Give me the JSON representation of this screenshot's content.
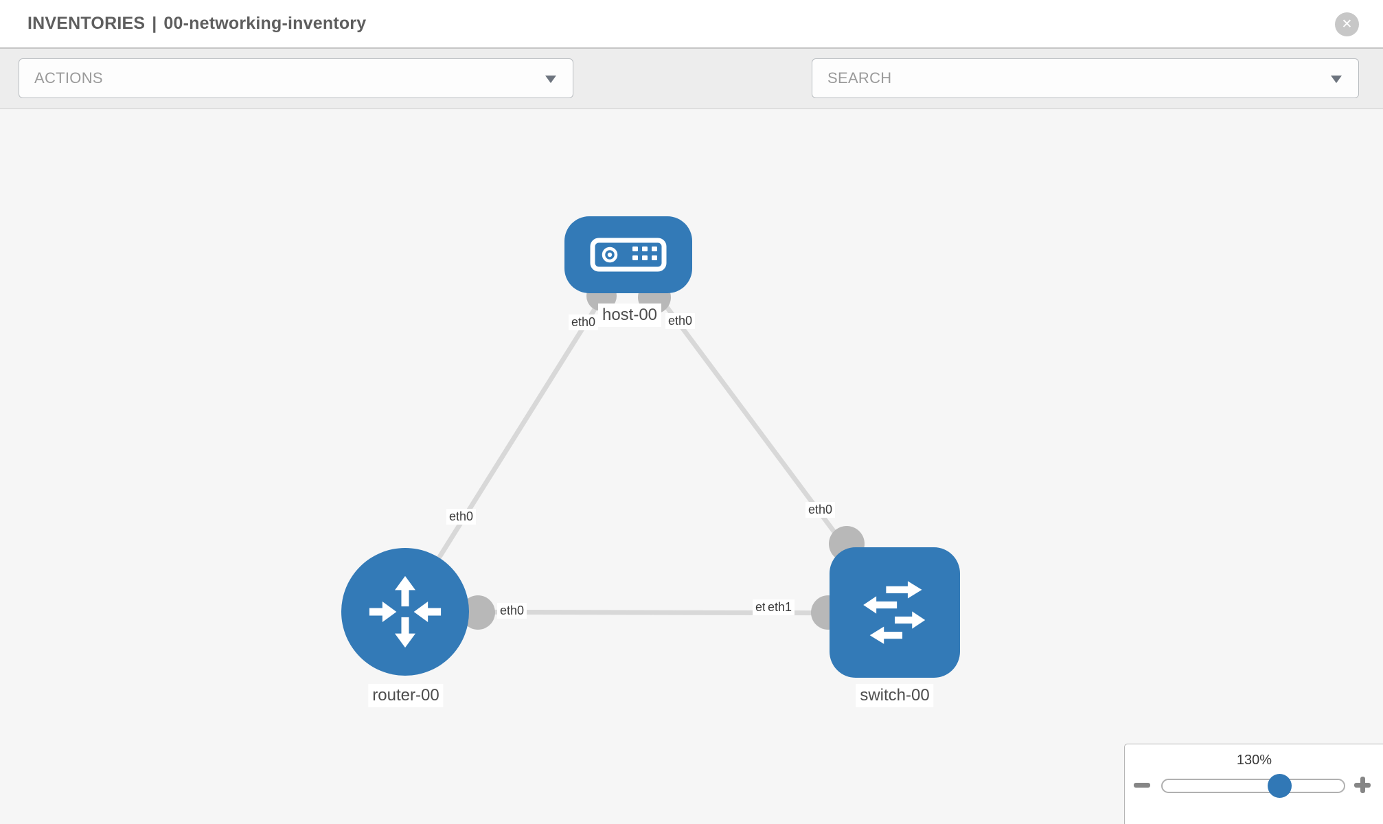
{
  "header": {
    "section": "INVENTORIES",
    "separator": "|",
    "inventory_name": "00-networking-inventory",
    "close_icon": "✕"
  },
  "toolbar": {
    "actions_label": "ACTIONS",
    "search_placeholder": "SEARCH",
    "icon_buttons": [
      "wrench-icon",
      "key-icon"
    ]
  },
  "topology": {
    "nodes": [
      {
        "id": "host-00",
        "type": "host",
        "label": "host-00"
      },
      {
        "id": "router-00",
        "type": "router",
        "label": "router-00"
      },
      {
        "id": "switch-00",
        "type": "switch",
        "label": "switch-00"
      }
    ],
    "links": [
      {
        "from": "host-00",
        "from_interface": "eth0",
        "to": "router-00",
        "to_interface": "eth0"
      },
      {
        "from": "host-00",
        "from_interface": "eth0",
        "to": "switch-00",
        "to_interface": "eth0"
      },
      {
        "from": "router-00",
        "from_interface": "eth0",
        "to": "switch-00",
        "to_interface": "eth1"
      }
    ],
    "overlapped_label": "eth0"
  },
  "zoom_control": {
    "level": "130%"
  },
  "colors": {
    "node_blue": "#337ab7",
    "link_gray": "#d8d8d8",
    "dot_gray": "#b8b8b8",
    "canvas_bg": "#f6f6f6"
  }
}
